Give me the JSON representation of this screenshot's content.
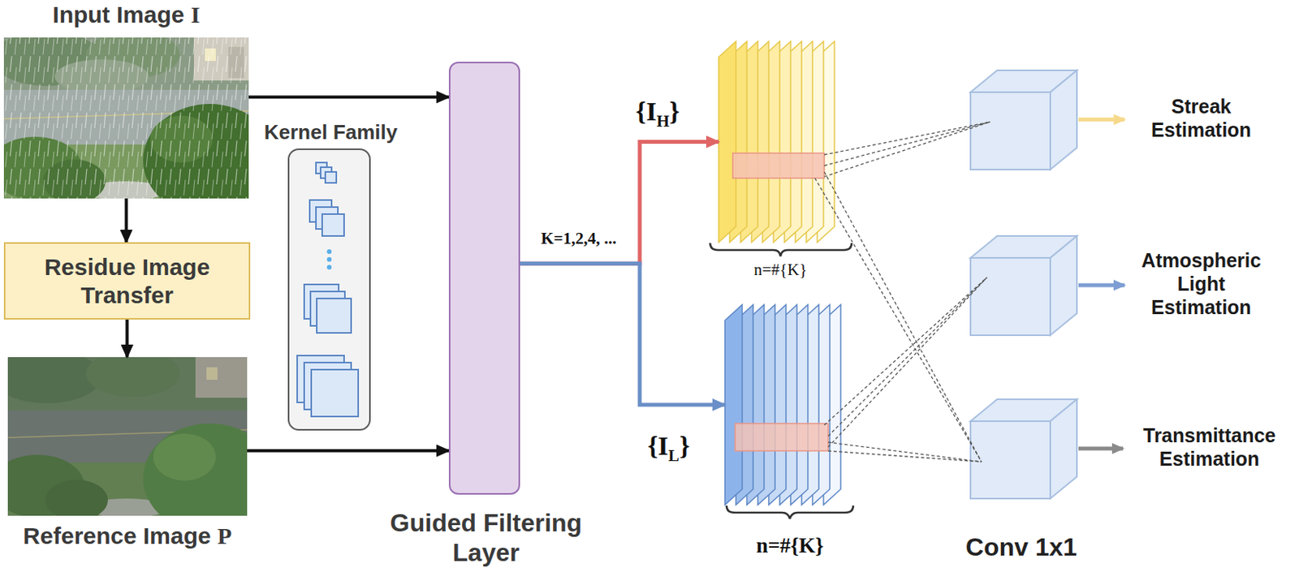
{
  "diagram": {
    "nodes": [
      {
        "text": [
          "Input Image I"
        ]
      },
      {
        "text": [
          "Residue Image Transfer"
        ]
      },
      {
        "text": [
          "Reference Image P"
        ]
      },
      {
        "text": [
          "Kernel Family"
        ]
      },
      {
        "text": [
          "Guided Filtering Layer"
        ]
      },
      {
        "text": [
          "{IH}"
        ]
      },
      {
        "text": [
          "{IL}"
        ]
      },
      {
        "text": [
          "Streak Estimation"
        ]
      },
      {
        "text": [
          "Atmospheric Light Estimation"
        ]
      },
      {
        "text": [
          "Transmittance Estimation"
        ]
      }
    ],
    "edges": [
      {
        "from": 0,
        "to": 1,
        "arrow": "to"
      },
      {
        "from": 1,
        "to": 2,
        "arrow": "to"
      },
      {
        "from": 0,
        "to": 4,
        "arrow": "to"
      },
      {
        "from": 2,
        "to": 4,
        "arrow": "to"
      },
      {
        "from": 4,
        "to": 5,
        "arrow": "to"
      },
      {
        "from": 4,
        "to": 6,
        "arrow": "to"
      }
    ],
    "labels": [
      "K=1,2,4, ...",
      "n=#{K}",
      "n=#{K}",
      "Conv 1x1"
    ]
  }
}
